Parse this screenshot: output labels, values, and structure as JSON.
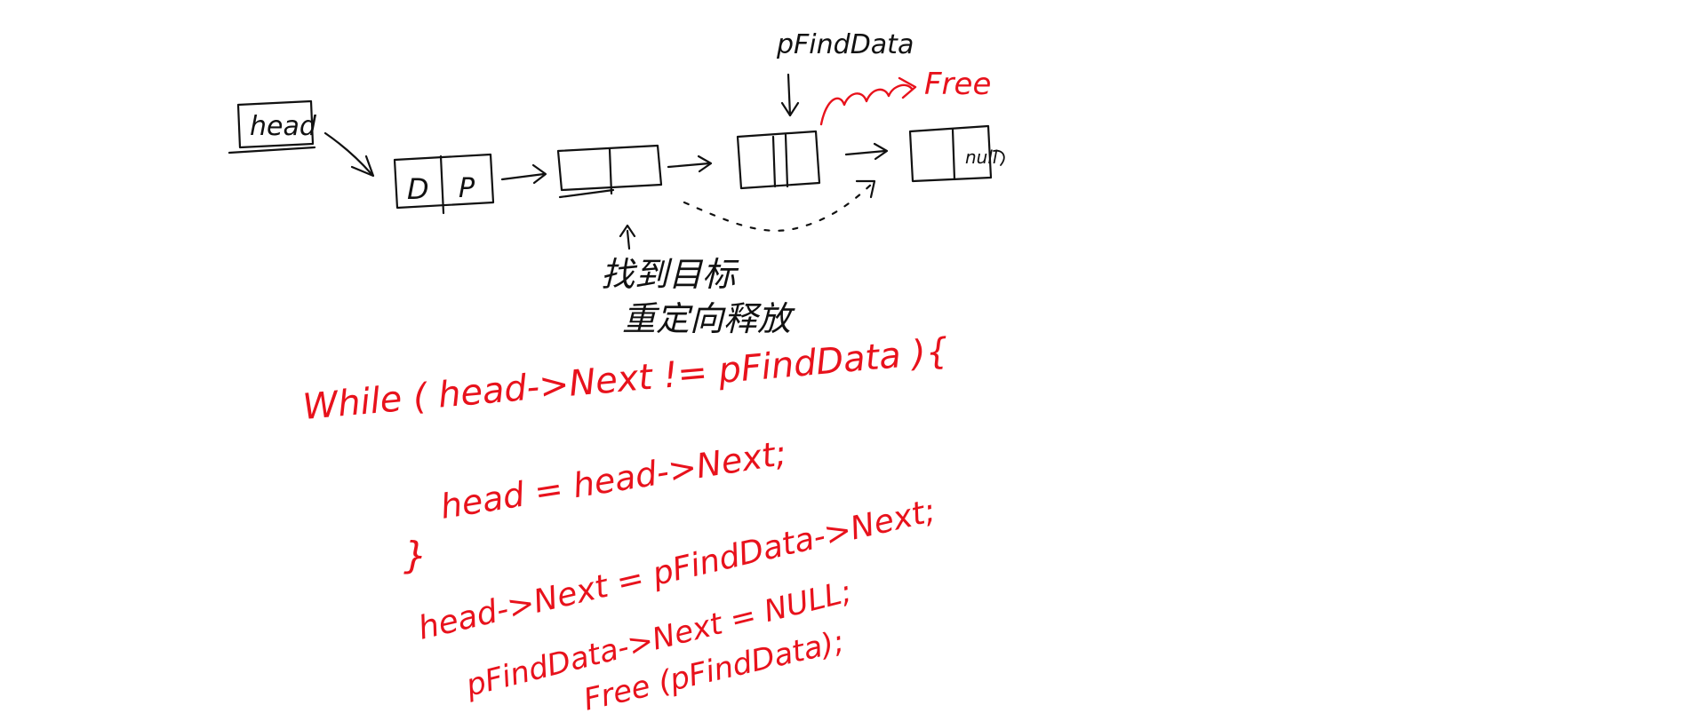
{
  "colors": {
    "ink": "#111111",
    "annotation": "#e8121c",
    "background": "#ffffff"
  },
  "diagram": {
    "head_label": "head",
    "first_node": {
      "data": "D",
      "pointer": "P"
    },
    "find_pointer_label": "pFindData",
    "free_label": "Free",
    "null_label": "null",
    "note_line1": "找到目标",
    "note_line2": "重定向释放"
  },
  "code": {
    "line1": "While ( head->Next != pFindData ){",
    "line2": "head = head->Next;",
    "close_brace": "}",
    "line3": "head->Next = pFindData->Next;",
    "line4": "pFindData->Next = NULL;",
    "line5": "Free (pFindData);"
  }
}
